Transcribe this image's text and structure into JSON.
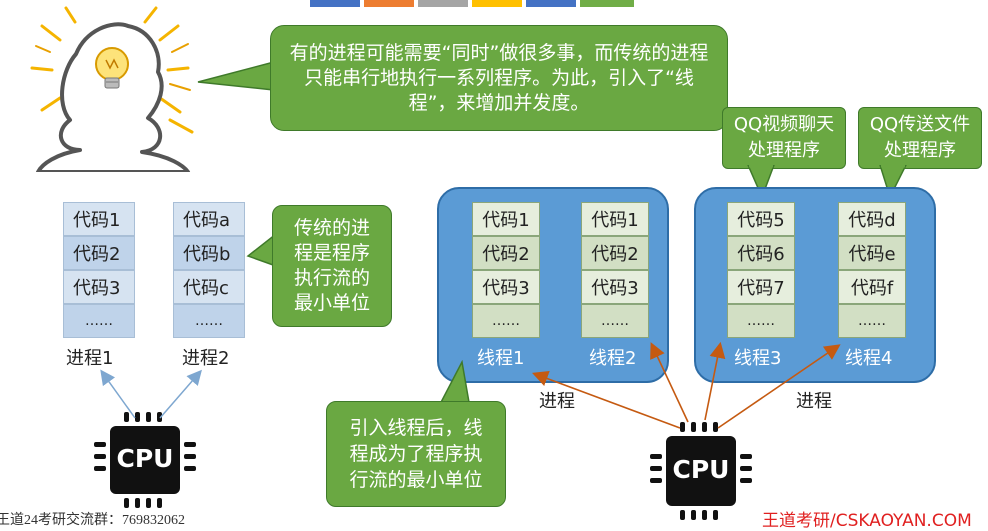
{
  "top_bar_colors": [
    "#4472c4",
    "#ed7d31",
    "#a5a5a5",
    "#ffc000",
    "#4472c4",
    "#70ad47"
  ],
  "thinker_bubble": {
    "text": "有的进程可能需要“同时”做很多事，而传统的进程只能串行地执行一系列程序。为此，引入了“线程”，来增加并发度。"
  },
  "left": {
    "process1": {
      "cells": [
        "代码1",
        "代码2",
        "代码3",
        "……"
      ],
      "label": "进程1"
    },
    "process2": {
      "cells": [
        "代码a",
        "代码b",
        "代码c",
        "……"
      ],
      "label": "进程2"
    },
    "note": "传统的进程是程序执行流的最小单位",
    "cpu_label": "CPU"
  },
  "right": {
    "process_a": {
      "label": "进程",
      "threads": [
        {
          "label": "线程1",
          "cells": [
            "代码1",
            "代码2",
            "代码3",
            "……"
          ]
        },
        {
          "label": "线程2",
          "cells": [
            "代码1",
            "代码2",
            "代码3",
            "……"
          ]
        }
      ]
    },
    "process_b": {
      "label": "进程",
      "threads": [
        {
          "label": "线程3",
          "cells": [
            "代码5",
            "代码6",
            "代码7",
            "……"
          ]
        },
        {
          "label": "线程4",
          "cells": [
            "代码d",
            "代码e",
            "代码f",
            "……"
          ]
        }
      ]
    },
    "qq_video_note": "QQ视频聊天处理程序",
    "qq_file_note": "QQ传送文件处理程序",
    "thread_note": "引入线程后，线程成为了程序执行流的最小单位",
    "cpu_label": "CPU"
  },
  "footer": {
    "left_text": "王道24考研交流群：769832062",
    "right_text": "王道考研/CSKAOYAN.COM"
  },
  "colors": {
    "bubble_green": "#6aa842",
    "process_blue": "#5b9bd5",
    "arrow_orange": "#c55a11",
    "footer_red": "#e02020"
  }
}
